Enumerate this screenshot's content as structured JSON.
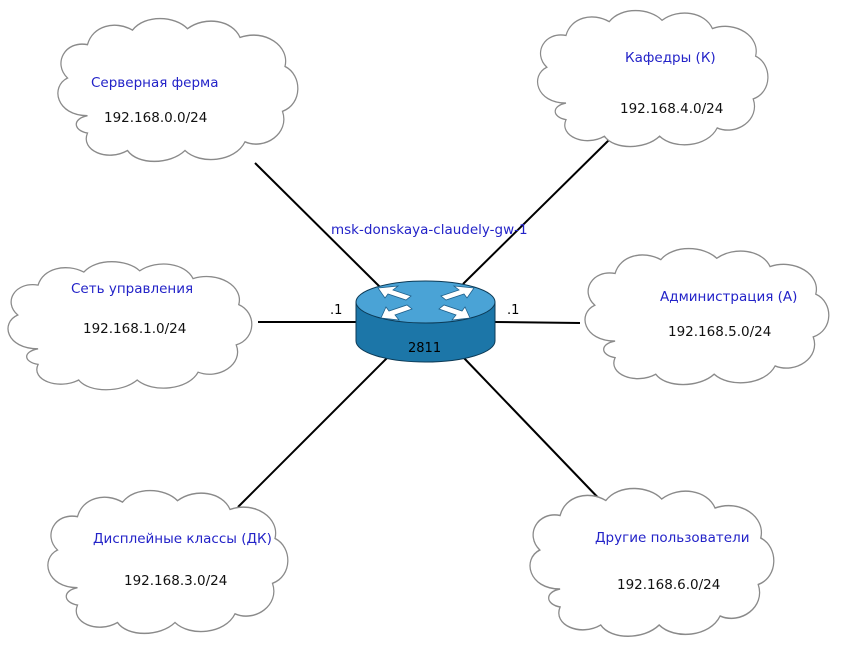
{
  "router": {
    "hostname": "msk-donskaya-claudely-gw-1",
    "model": "2811",
    "left_iface": ".1",
    "right_iface": ".1"
  },
  "networks": [
    {
      "id": "server-farm",
      "title": "Серверная ферма",
      "subnet": "192.168.0.0/24"
    },
    {
      "id": "management",
      "title": "Сеть управления",
      "subnet": "192.168.1.0/24"
    },
    {
      "id": "display-classes",
      "title": "Дисплейные классы (ДК)",
      "subnet": "192.168.3.0/24"
    },
    {
      "id": "departments",
      "title": "Кафедры (К)",
      "subnet": "192.168.4.0/24"
    },
    {
      "id": "administration",
      "title": "Администрация (А)",
      "subnet": "192.168.5.0/24"
    },
    {
      "id": "other-users",
      "title": "Другие пользователи",
      "subnet": "192.168.6.0/24"
    }
  ],
  "colors": {
    "router_top": "#4aa3d6",
    "router_side": "#1c76a8",
    "label_blue": "#2323c8",
    "cloud_stroke": "#8a8a8a"
  }
}
